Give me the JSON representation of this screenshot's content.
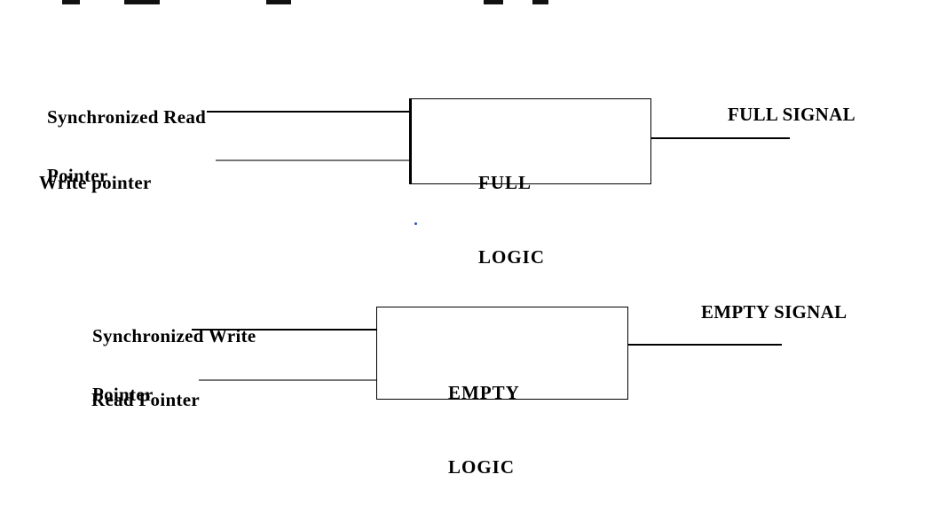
{
  "diagram": {
    "full_block": {
      "input_top_line1": "Synchronized Read",
      "input_top_line2": "Pointer",
      "input_bottom": "Write pointer",
      "box_line1": "FULL",
      "box_line2": "LOGIC",
      "output": "FULL SIGNAL"
    },
    "empty_block": {
      "input_top_line1": "Synchronized Write",
      "input_top_line2": "Pointer",
      "input_bottom": "Read Pointer",
      "box_line1": "EMPTY",
      "box_line2": "LOGIC",
      "output": "EMPTY SIGNAL"
    }
  }
}
